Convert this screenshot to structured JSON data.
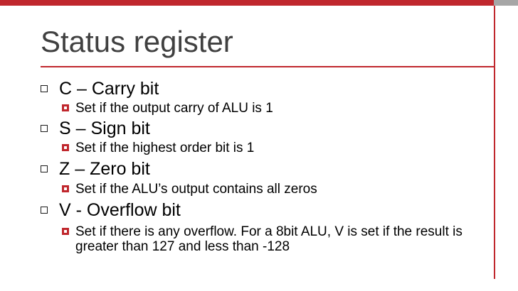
{
  "slide": {
    "title": "Status register",
    "colors": {
      "accent": "#c0272d",
      "gray": "#a6a6a6",
      "title_text": "#404040"
    },
    "items": [
      {
        "label": "C – Carry bit",
        "sub": "Set if the output carry of ALU is 1"
      },
      {
        "label": "S – Sign bit",
        "sub": "Set if the highest order bit is 1"
      },
      {
        "label": "Z – Zero bit",
        "sub": "Set if the ALU’s output contains all zeros"
      },
      {
        "label": "V -  Overflow bit",
        "sub": "Set if there is any overflow. For a 8bit ALU, V is set if the result is greater than 127 and less than -128"
      }
    ]
  }
}
